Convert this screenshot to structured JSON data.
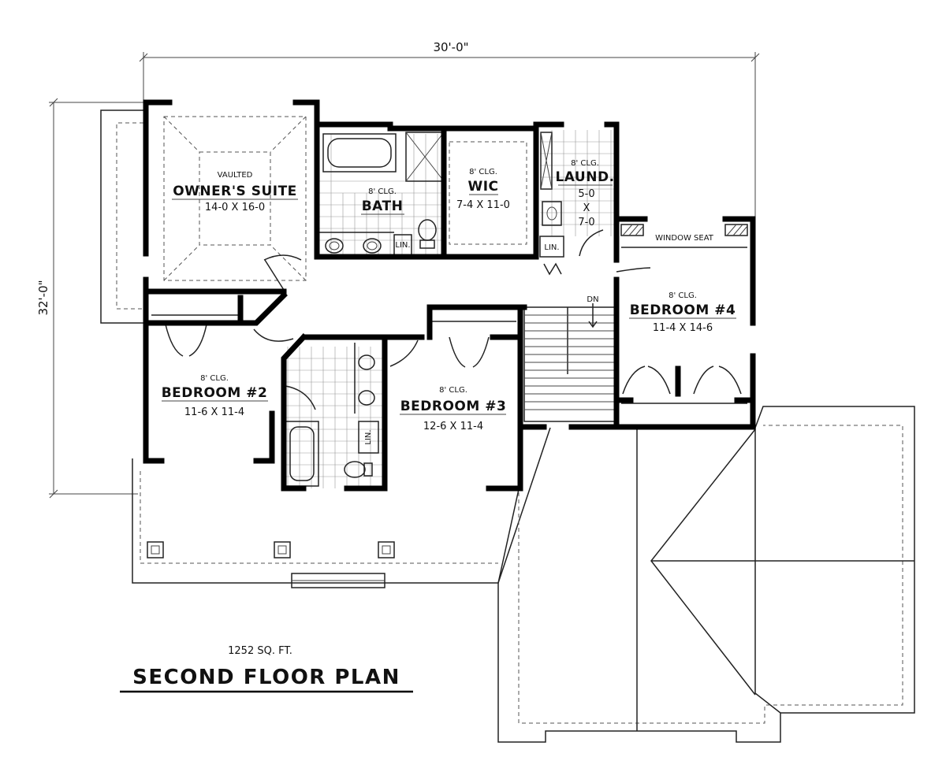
{
  "dimensions": {
    "width": "30'-0\"",
    "depth": "32'-0\""
  },
  "rooms": {
    "owners_suite": {
      "note": "VAULTED",
      "name": "OWNER'S SUITE",
      "size": "14-0 X 16-0"
    },
    "bath": {
      "ceiling": "8' CLG.",
      "name": "BATH",
      "linen": "LIN."
    },
    "wic": {
      "ceiling": "8' CLG.",
      "name": "WIC",
      "size": "7-4 X 11-0"
    },
    "laundry": {
      "ceiling": "8' CLG.",
      "name": "LAUND.",
      "size_w": "5-0",
      "size_x": "X",
      "size_d": "7-0",
      "linen": "LIN."
    },
    "window_seat": "WINDOW SEAT",
    "stair_label": "DN",
    "bedroom4": {
      "ceiling": "8' CLG.",
      "name": "BEDROOM #4",
      "size": "11-4 X 14-6"
    },
    "bedroom2": {
      "ceiling": "8' CLG.",
      "name": "BEDROOM #2",
      "size": "11-6 X 11-4"
    },
    "bedroom3": {
      "ceiling": "8' CLG.",
      "name": "BEDROOM #3",
      "size": "12-6 X 11-4"
    },
    "hall_bath": {
      "linen": "LIN."
    }
  },
  "area": "1252 SQ. FT.",
  "title": "SECOND FLOOR PLAN"
}
